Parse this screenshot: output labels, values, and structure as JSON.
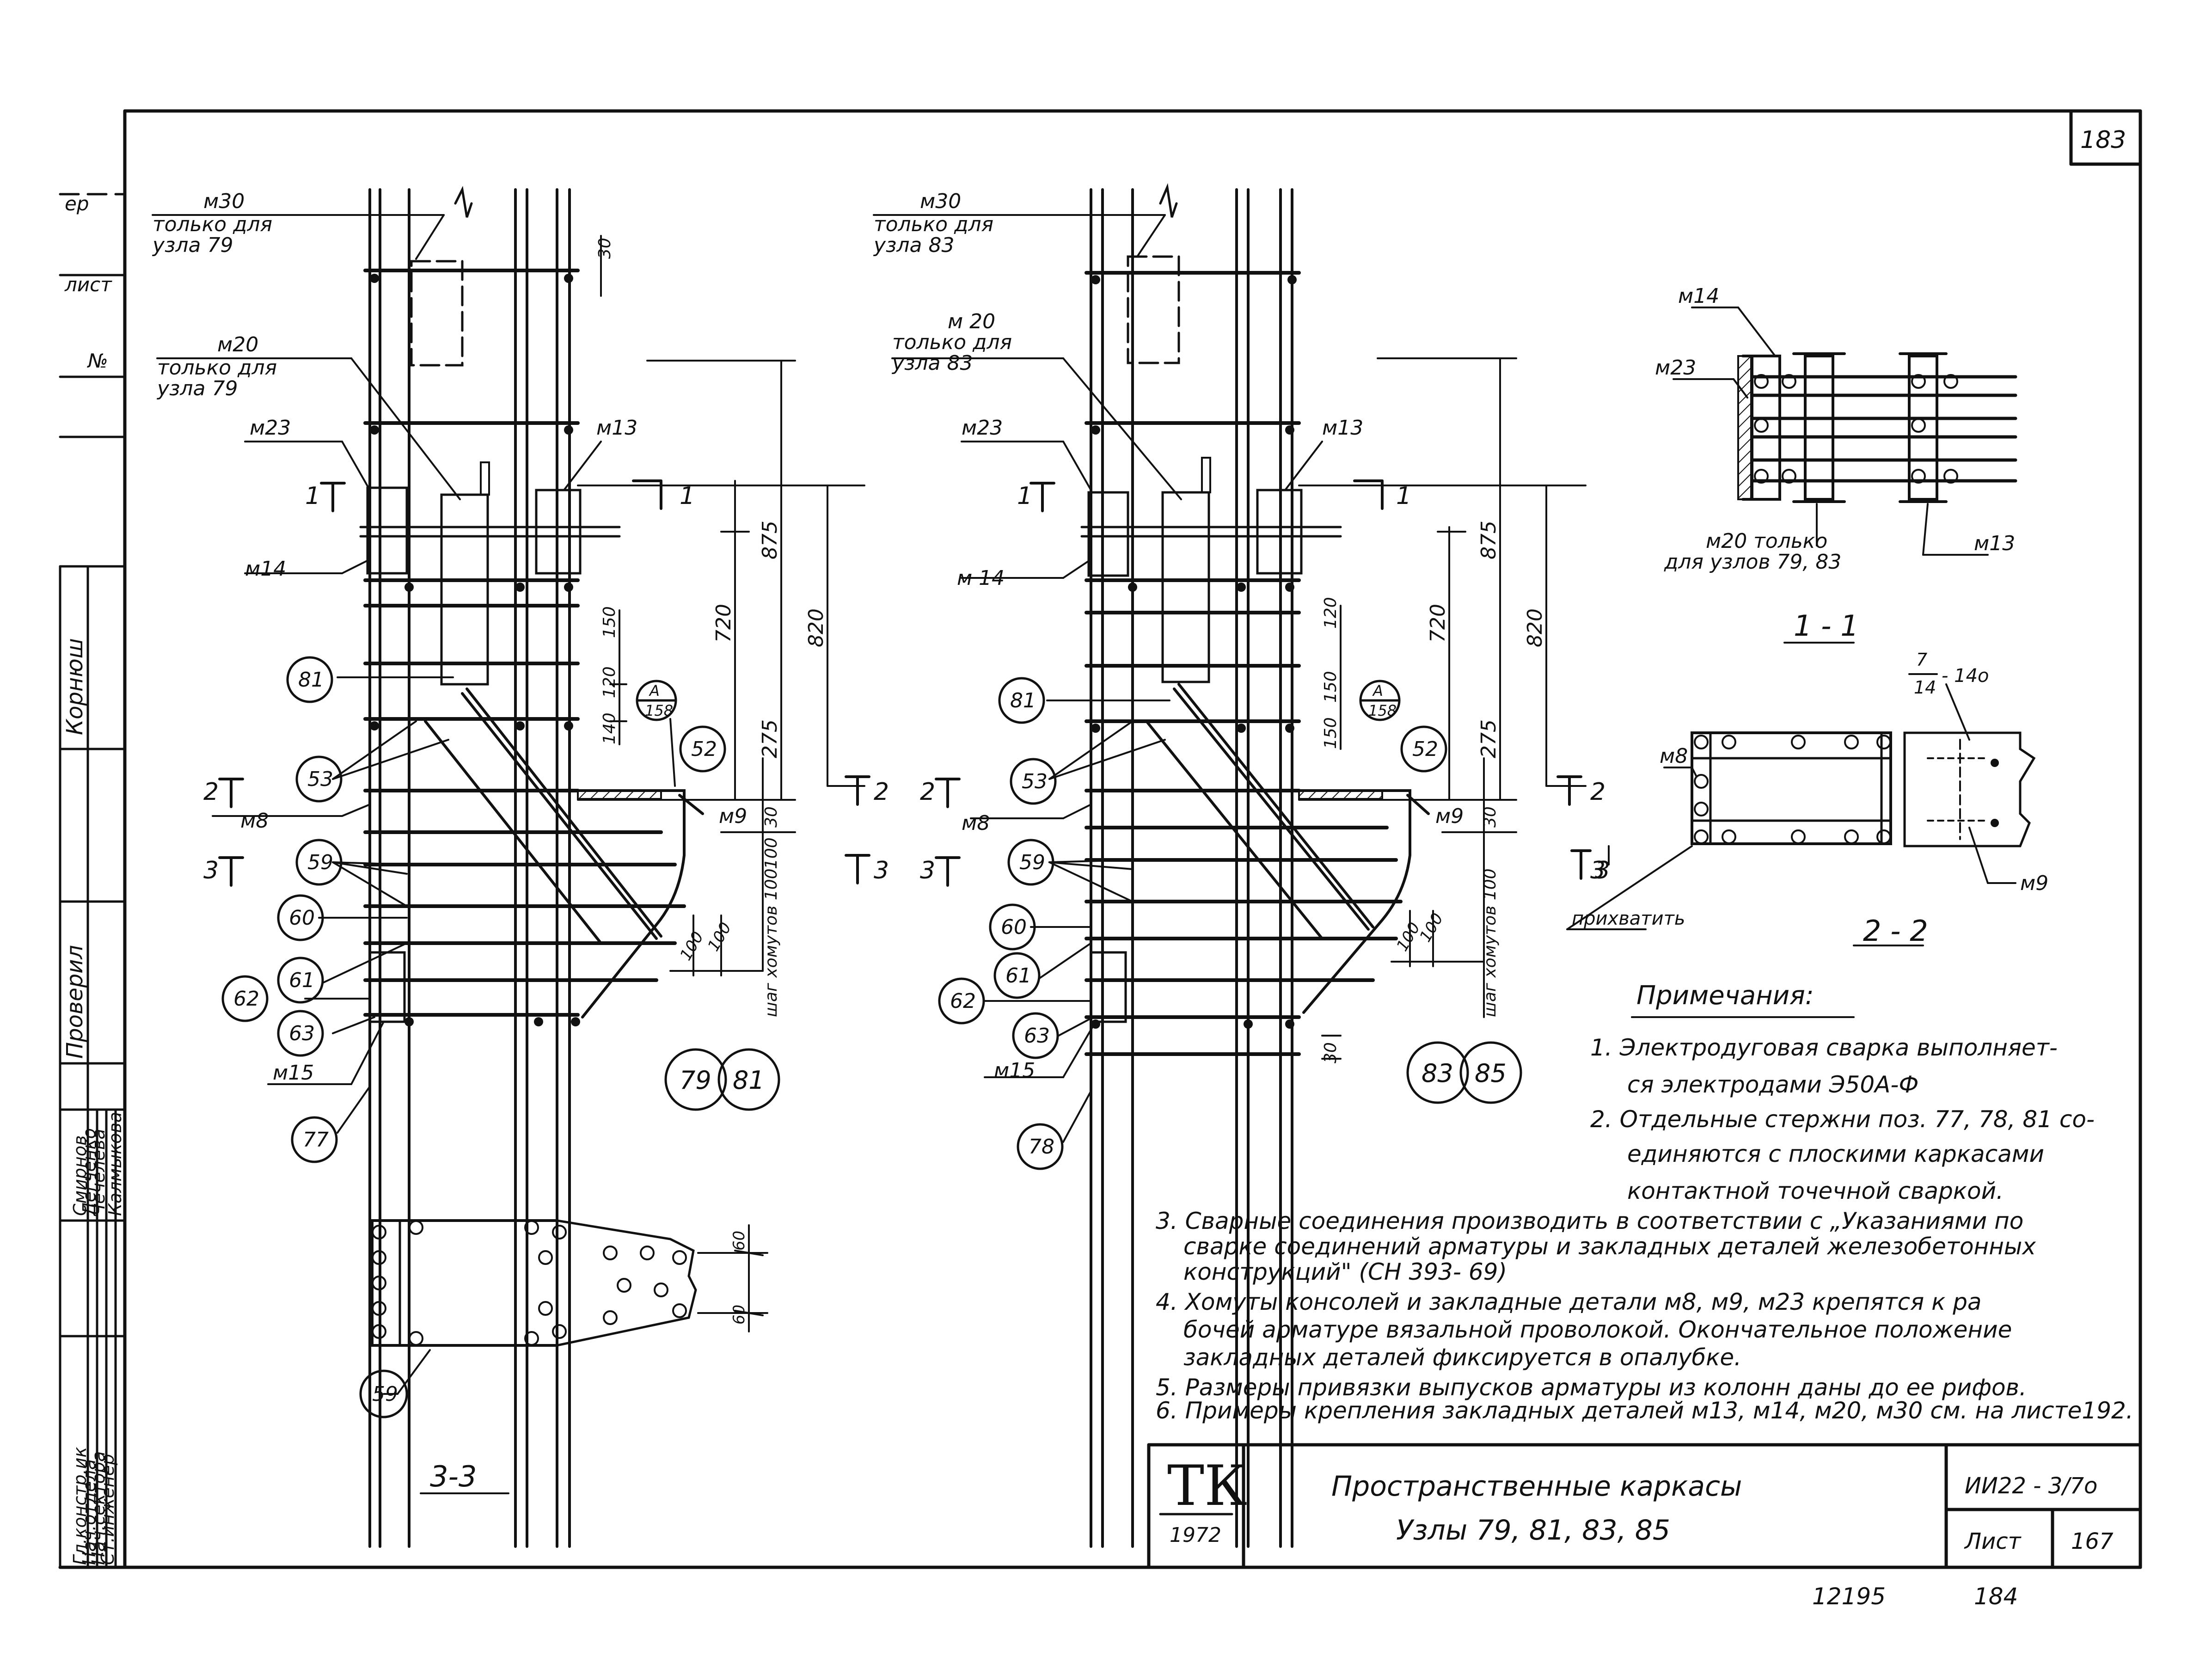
{
  "sheet": {
    "number_top": "183",
    "number_bottom_left": "12195",
    "number_bottom_right": "184"
  },
  "sidebar": {
    "stamp_top": "ер",
    "stamp_list": "лист",
    "stamp_no": "№",
    "checked_label": "Проверил",
    "checked_name": "Корнюш",
    "roles": [
      "Гл.констр.ик",
      "Нач.отдела",
      "Нач.сектора",
      "Ст.инженер"
    ],
    "names": [
      "Смирнов",
      "Дегченко",
      "Чечелева",
      "Калмыкова"
    ]
  },
  "left_node": {
    "m30_label": "м30",
    "m30_note": [
      "только для",
      "узла 79"
    ],
    "m20_label": "м20",
    "m20_note": [
      "только для",
      "узла 79"
    ],
    "m23": "м23",
    "m13": "м13",
    "m14": "м14",
    "m8": "м8",
    "m9": "м9",
    "m15": "м15",
    "circles": [
      "81",
      "53",
      "59",
      "60",
      "61",
      "62",
      "63",
      "77",
      "52"
    ],
    "section_marks": [
      "1",
      "1",
      "2",
      "2",
      "3",
      "3"
    ],
    "ref_a": "А",
    "ref_158": "158",
    "dims": [
      "30",
      "875",
      "820",
      "720",
      "150",
      "120",
      "140",
      "275",
      "30",
      "100",
      "100",
      "100"
    ],
    "stirrup_label": "шаг хомутов 100",
    "node_ids": [
      "79",
      "81"
    ]
  },
  "right_node": {
    "m30_label": "м30",
    "m30_note": [
      "только для",
      "узла 83"
    ],
    "m20_label": "м 20",
    "m20_note": [
      "только для",
      "узла 83"
    ],
    "m23": "м23",
    "m13": "м13",
    "m14": "м 14",
    "m8": "м8",
    "m9": "м9",
    "m15": "м15",
    "circles": [
      "81",
      "53",
      "59",
      "60",
      "61",
      "62",
      "63",
      "78",
      "52"
    ],
    "section_marks": [
      "1",
      "1",
      "2",
      "2",
      "3",
      "3"
    ],
    "ref_a": "А",
    "ref_158": "158",
    "dims": [
      "30",
      "875",
      "820",
      "720",
      "120",
      "150",
      "150",
      "275",
      "30",
      "100",
      "100"
    ],
    "stirrup_label": "шаг хомутов 100",
    "node_ids": [
      "83",
      "85"
    ]
  },
  "section_11": {
    "m14": "м14",
    "m23": "м23",
    "m13": "м13",
    "m20_note": [
      "м20 только",
      "для узлов 79, 83"
    ],
    "title": "1 - 1"
  },
  "section_22": {
    "m8": "м8",
    "m9": "м9",
    "fraction": [
      "7",
      "14"
    ],
    "fraction_suffix": "- 14о",
    "weld_note": "прихватить",
    "section_mark": "3",
    "title": "2 - 2"
  },
  "section_33": {
    "circle": "59",
    "dims": [
      "60",
      "60"
    ],
    "title": "3-3"
  },
  "notes": {
    "heading": "Примечания:",
    "lines": [
      "1. Электродуговая сварка выполняет-",
      "ся электродами Э50А-Ф",
      "2. Отдельные стержни поз. 77, 78, 81 со-",
      "единяются с плоскими каркасами",
      "контактной точечной сваркой.",
      "3. Сварные соединения производить в соответствии с „Указаниями по",
      "сварке соединений арматуры и закладных деталей железобетонных",
      "конструкций\" (СН 393- 69)",
      "4. Хомуты консолей и закладные детали м8, м9, м23 крепятся к ра",
      "бочей арматуре вязальной проволокой. Окончательное положение",
      "закладных деталей фиксируется в опалубке.",
      "5. Размеры привязки выпусков арматуры из колонн даны до ее рифов.",
      "6. Примеры крепления закладных деталей м13, м14, м20, м30 см. на листе192."
    ]
  },
  "title_block": {
    "logo": "ТК",
    "year": "1972",
    "title_line1": "Пространственные каркасы",
    "title_line2": "Узлы 79, 81, 83, 85",
    "doc_code": "ИИ22 - 3/7о",
    "sheet_label": "Лист",
    "sheet_no": "167"
  }
}
